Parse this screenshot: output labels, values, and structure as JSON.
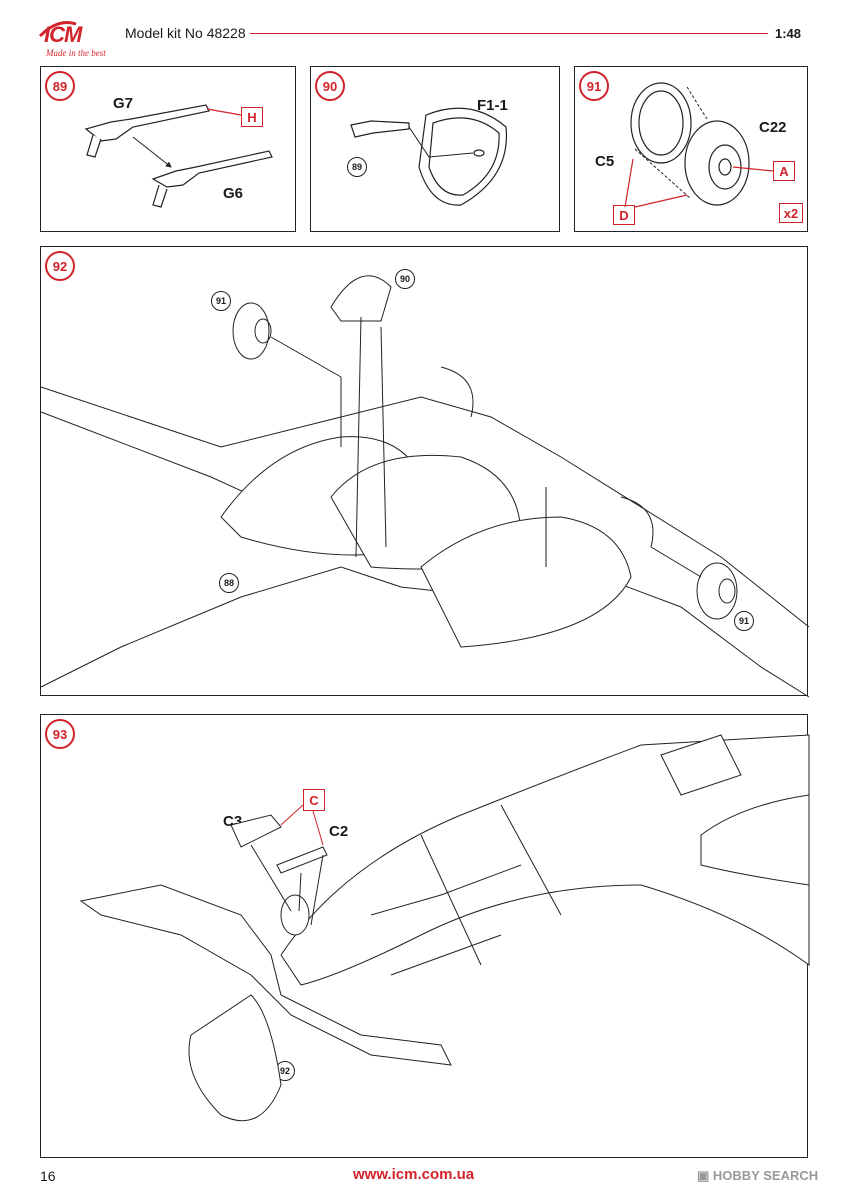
{
  "header": {
    "logo_text": "ICM",
    "logo_tagline": "Made in the best",
    "kit_label": "Model kit No 48228",
    "scale": "1:48",
    "accent_color": "#d2232a"
  },
  "steps": [
    {
      "number": "89",
      "labels": [
        "G7",
        "G6"
      ],
      "boxed": [
        "H"
      ],
      "refs": []
    },
    {
      "number": "90",
      "labels": [
        "F1-1"
      ],
      "boxed": [],
      "refs": [
        "89"
      ]
    },
    {
      "number": "91",
      "labels": [
        "C22",
        "C5"
      ],
      "boxed": [
        "A",
        "D",
        "x2"
      ],
      "refs": []
    },
    {
      "number": "92",
      "labels": [],
      "boxed": [],
      "refs": [
        "90",
        "91",
        "91",
        "88"
      ]
    },
    {
      "number": "93",
      "labels": [
        "C3",
        "C2"
      ],
      "boxed": [
        "C"
      ],
      "refs": [
        "92"
      ]
    }
  ],
  "footer": {
    "page_number": "16",
    "website": "www.icm.com.ua",
    "watermark": "HOBBY SEARCH"
  }
}
